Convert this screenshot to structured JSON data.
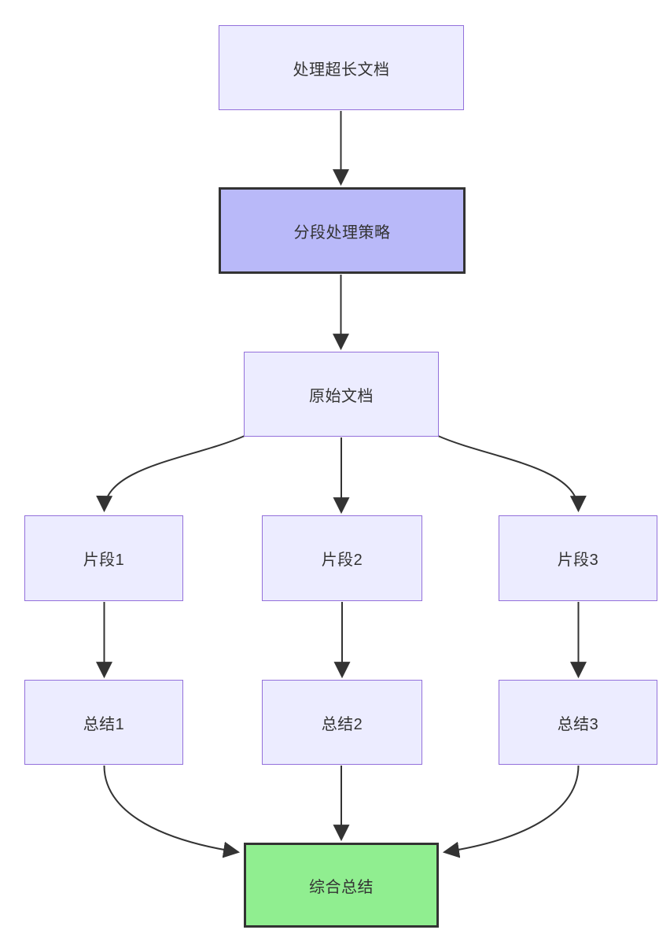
{
  "diagram": {
    "type": "flowchart",
    "direction": "top-down",
    "nodes": [
      {
        "id": "A",
        "label": "处理超长文档",
        "style": "default"
      },
      {
        "id": "B",
        "label": "分段处理策略",
        "style": "highlight"
      },
      {
        "id": "C",
        "label": "原始文档",
        "style": "default"
      },
      {
        "id": "D1",
        "label": "片段1",
        "style": "default"
      },
      {
        "id": "D2",
        "label": "片段2",
        "style": "default"
      },
      {
        "id": "D3",
        "label": "片段3",
        "style": "default"
      },
      {
        "id": "E1",
        "label": "总结1",
        "style": "default"
      },
      {
        "id": "E2",
        "label": "总结2",
        "style": "default"
      },
      {
        "id": "E3",
        "label": "总结3",
        "style": "default"
      },
      {
        "id": "F",
        "label": "综合总结",
        "style": "result"
      }
    ],
    "edges": [
      {
        "from": "A",
        "to": "B"
      },
      {
        "from": "B",
        "to": "C"
      },
      {
        "from": "C",
        "to": "D1"
      },
      {
        "from": "C",
        "to": "D2"
      },
      {
        "from": "C",
        "to": "D3"
      },
      {
        "from": "D1",
        "to": "E1"
      },
      {
        "from": "D2",
        "to": "E2"
      },
      {
        "from": "D3",
        "to": "E3"
      },
      {
        "from": "E1",
        "to": "F"
      },
      {
        "from": "E2",
        "to": "F"
      },
      {
        "from": "E3",
        "to": "F"
      }
    ],
    "colors": {
      "node_fill": "#ECECFF",
      "node_border": "#9370DB",
      "highlight_fill": "#b9b9f9",
      "highlight_border": "#333333",
      "result_fill": "#90EE90",
      "result_border": "#333333",
      "edge": "#333333",
      "text": "#333333",
      "background": "#ffffff"
    }
  }
}
